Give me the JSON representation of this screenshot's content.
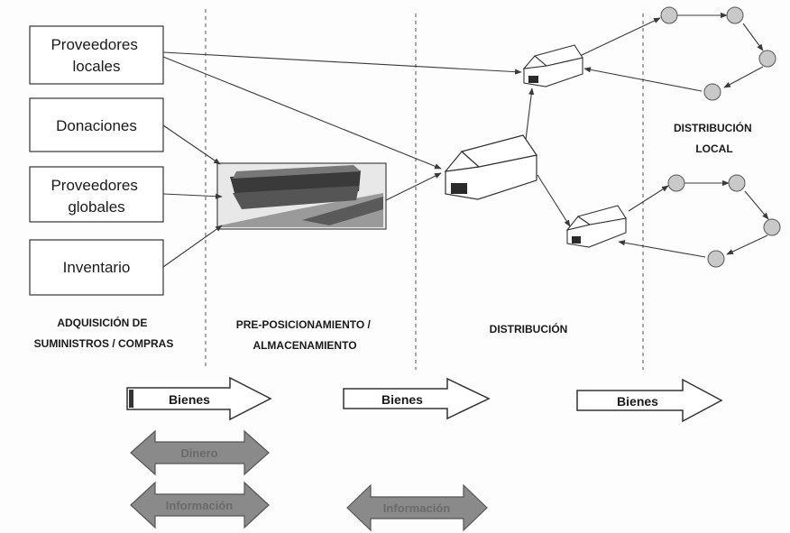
{
  "suppliers": [
    {
      "id": "proveedores-locales",
      "lines": [
        "Proveedores",
        "locales"
      ]
    },
    {
      "id": "donaciones",
      "lines": [
        "Donaciones"
      ]
    },
    {
      "id": "proveedores-globales",
      "lines": [
        "Proveedores",
        "globales"
      ]
    },
    {
      "id": "inventario",
      "lines": [
        "Inventario"
      ]
    }
  ],
  "stages": {
    "procurement": [
      "ADQUISICIÓN DE",
      "SUMINISTROS / COMPRAS"
    ],
    "prepositioning": [
      "PRE-POSICIONAMIENTO /",
      "ALMACENAMIENTO"
    ],
    "distribution": [
      "DISTRIBUCIÓN"
    ],
    "local_distribution": [
      "DISTRIBUCIÓN",
      "LOCAL"
    ]
  },
  "flows": {
    "goods": "Bienes",
    "money": "Dinero",
    "information": "Información"
  },
  "colors": {
    "line": "#3a3a3a",
    "gray_arrow": "#8a8a8a",
    "node": "#c9c9c9",
    "warehouse_dark": "#2a2a2a"
  }
}
